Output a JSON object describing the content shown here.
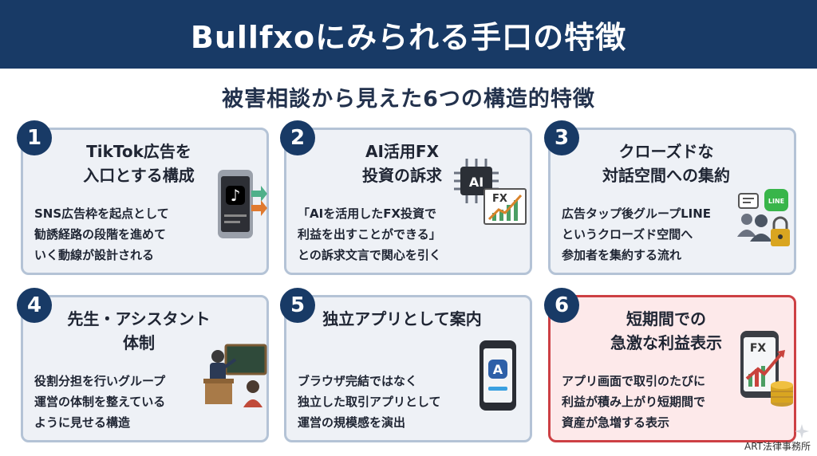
{
  "header": {
    "title": "Bullfxoにみられる手口の特徴"
  },
  "subtitle": "被害相談から見えた6つの構造的特徴",
  "cards": [
    {
      "number": "1",
      "title": "TikTok広告を\n入口とする構成",
      "body": "SNS広告枠を起点として\n勧誘経路の段階を進めて\nいく動線が設計される",
      "icon": "smartphone-tiktok-icon"
    },
    {
      "number": "2",
      "title": "AI活用FX\n投資の訴求",
      "body": "「AIを活用したFX投資で\n利益を出すことができる」\nとの訴求文言で関心を引く",
      "icon": "ai-chip-fx-chart-icon",
      "chip_label": "AI",
      "chart_label": "FX"
    },
    {
      "number": "3",
      "title": "クローズドな\n対話空間への集約",
      "body": "広告タップ後グループLINE\nというクローズド空間へ\n参加者を集約する流れ",
      "icon": "line-group-lock-icon",
      "badge_label": "LINE"
    },
    {
      "number": "4",
      "title": "先生・アシスタント\n体制",
      "body": "役割分担を行いグループ\n運営の体制を整えている\nように見せる構造",
      "icon": "teacher-presentation-icon"
    },
    {
      "number": "5",
      "title": "独立アプリとして案内",
      "body": "ブラウザ完結ではなく\n独立した取引アプリとして\n運営の規模感を演出",
      "icon": "app-store-phone-icon"
    },
    {
      "number": "6",
      "title": "短期間での\n急激な利益表示",
      "body": "アプリ画面で取引のたびに\n利益が積み上がり短期間で\n資産が急増する表示",
      "icon": "fx-profit-coins-icon",
      "chart_label": "FX"
    }
  ],
  "footer": "ART法律事務所",
  "colors": {
    "header_bg": "#183a66",
    "card_bg": "#eef1f6",
    "card_border": "#b4c3d6",
    "alert_bg": "#fde9ea",
    "alert_border": "#cd4044"
  }
}
